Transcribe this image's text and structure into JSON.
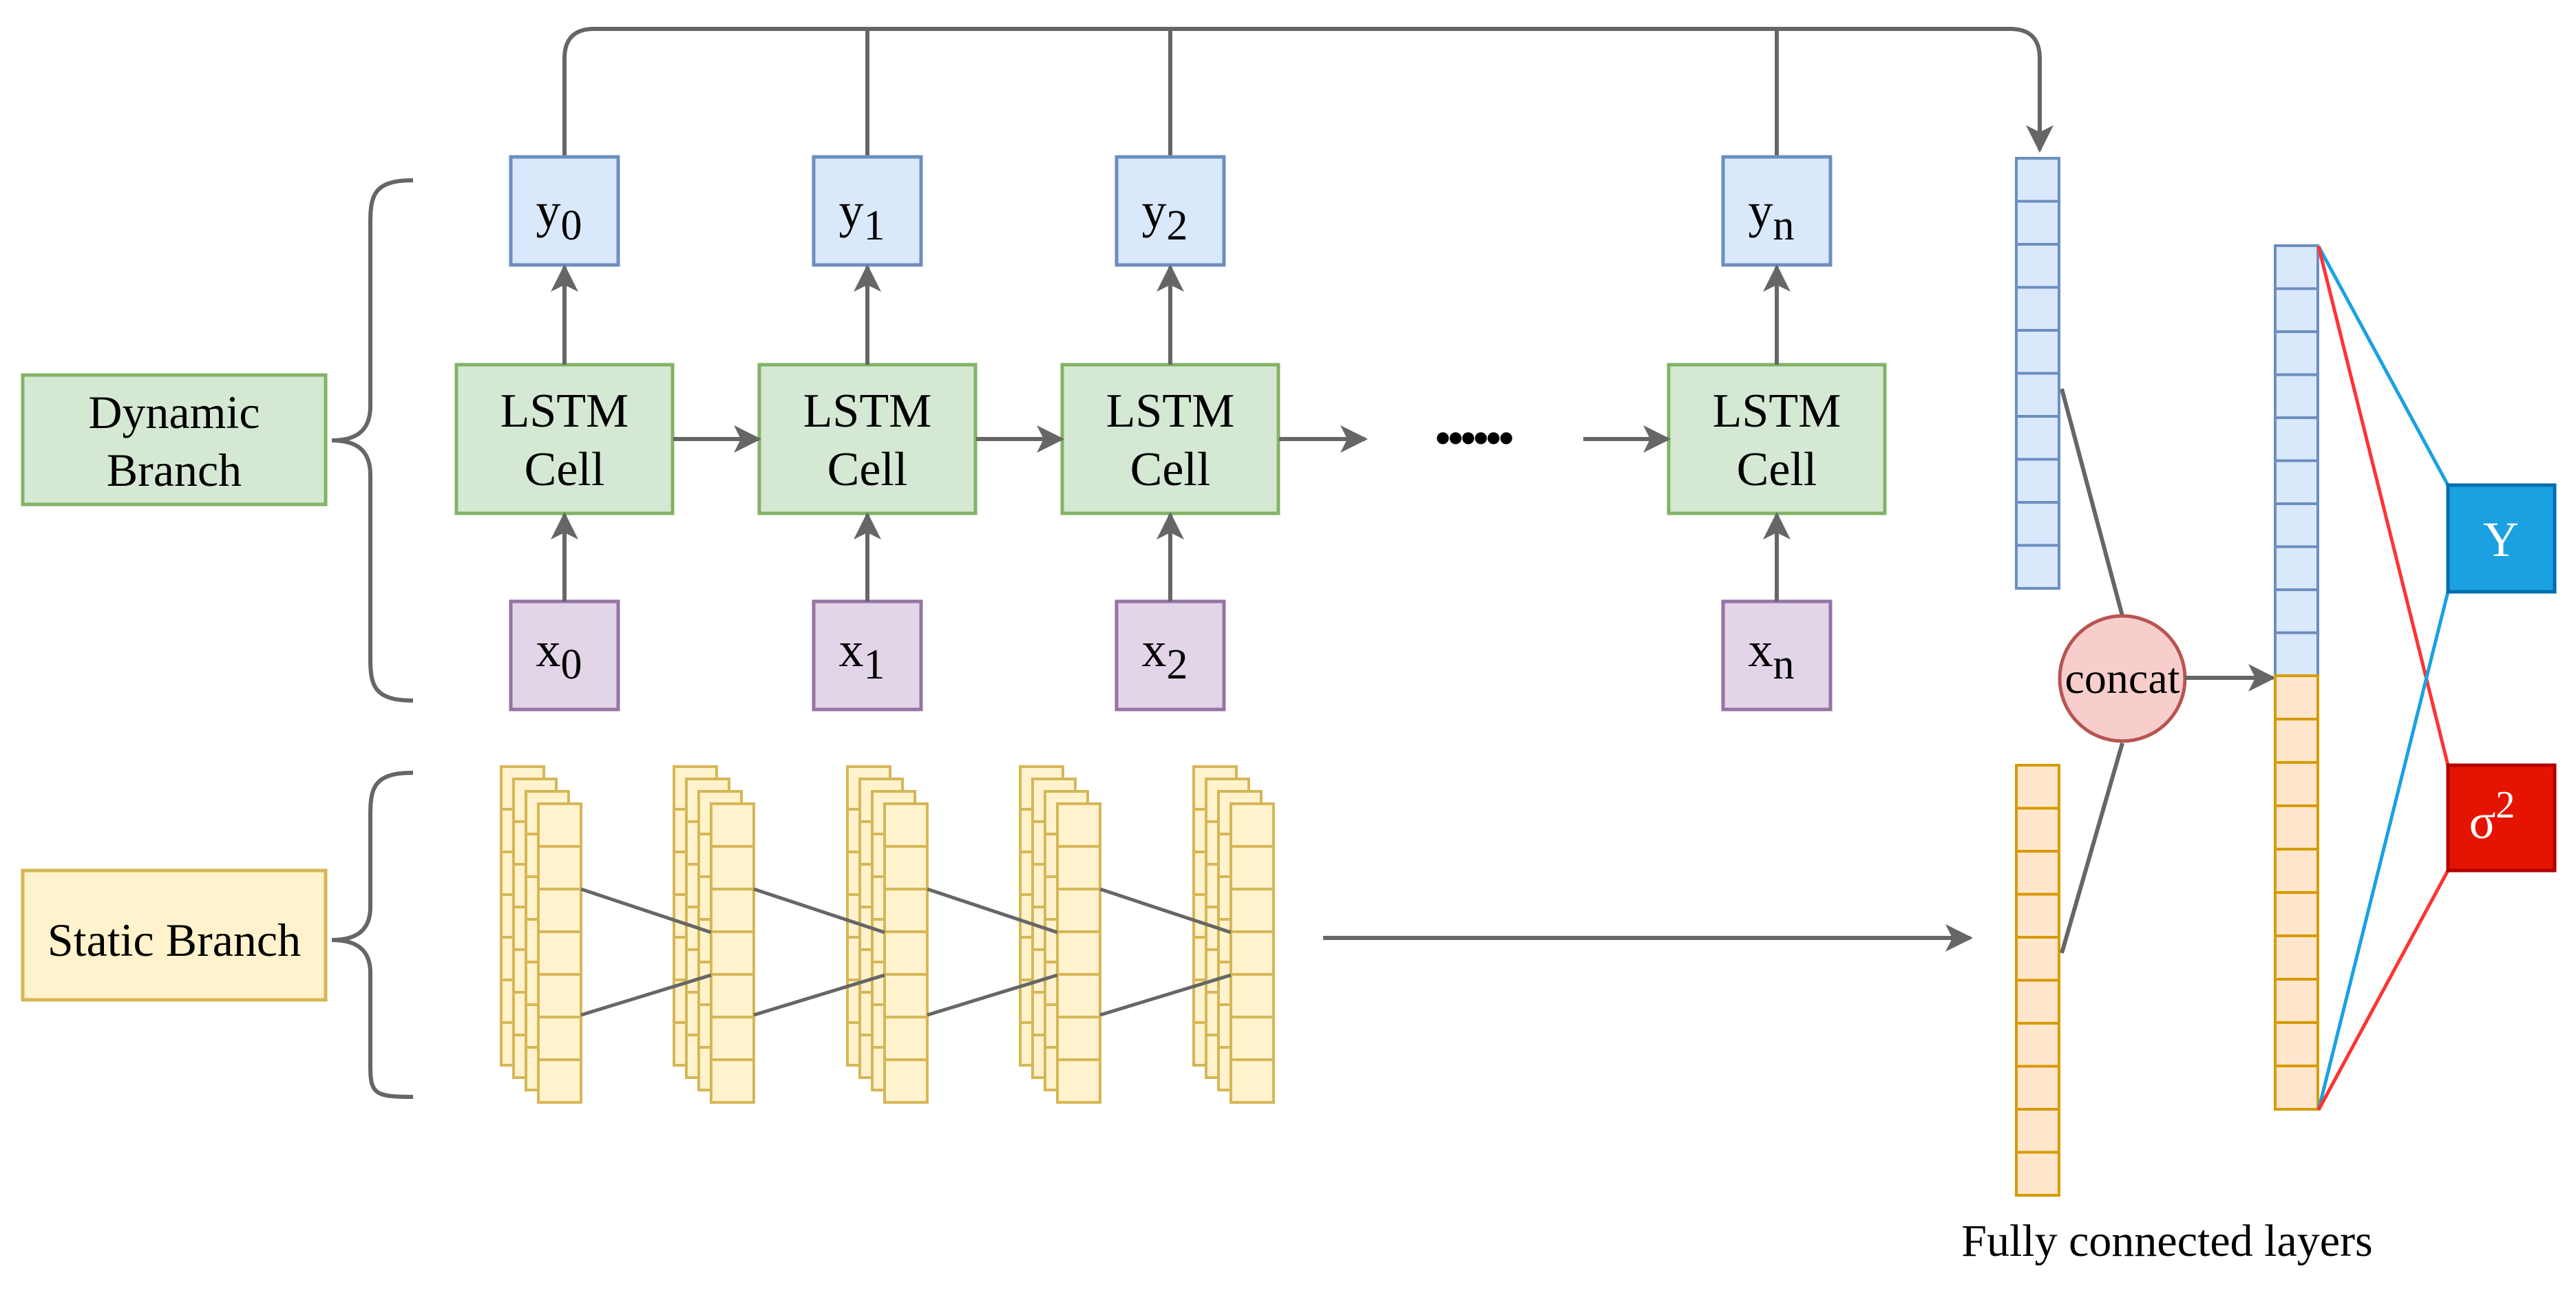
{
  "dynamic_branch": {
    "label_line1": "Dynamic",
    "label_line2": "Branch"
  },
  "static_branch": {
    "label": "Static Branch"
  },
  "cells": [
    {
      "label_line1": "LSTM",
      "label_line2": "Cell",
      "output": "y",
      "output_sub": "0",
      "input": "x",
      "input_sub": "0"
    },
    {
      "label_line1": "LSTM",
      "label_line2": "Cell",
      "output": "y",
      "output_sub": "1",
      "input": "x",
      "input_sub": "1"
    },
    {
      "label_line1": "LSTM",
      "label_line2": "Cell",
      "output": "y",
      "output_sub": "2",
      "input": "x",
      "input_sub": "2"
    },
    {
      "label_line1": "LSTM",
      "label_line2": "Cell",
      "output": "y",
      "output_sub": "n",
      "input": "x",
      "input_sub": "n"
    }
  ],
  "ellipsis": "••••••",
  "concat": {
    "label": "concat"
  },
  "outputs": {
    "mean": {
      "label": "Y"
    },
    "variance": {
      "label": "σ",
      "sup": "2"
    }
  },
  "caption": "Fully connected layers",
  "colors": {
    "green_fill": "#d5e8d4",
    "green_stroke": "#82b366",
    "blue_fill": "#dae8fc",
    "blue_stroke": "#6c8ebf",
    "purple_fill": "#e1d5e7",
    "purple_stroke": "#9673a6",
    "yellow_fill": "#fff2cc",
    "yellow_stroke": "#d6b656",
    "orange_fill": "#ffe6cc",
    "orange_stroke": "#d79b00",
    "pink_fill": "#f8cecc",
    "pink_stroke": "#b85450",
    "y_fill": "#1ba1e2",
    "sigma_fill": "#e51400",
    "line": "#666666",
    "red_line": "#ff3333",
    "blue_line": "#1ba1e2"
  }
}
